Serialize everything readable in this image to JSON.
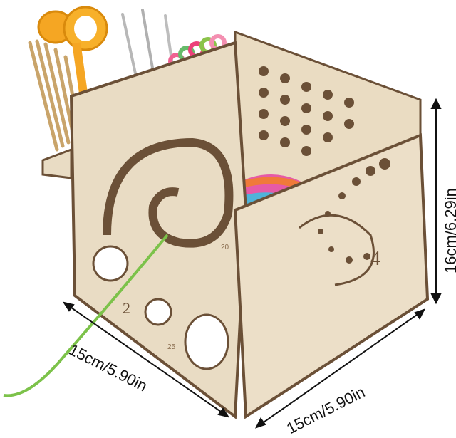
{
  "product": {
    "name_visible": "",
    "wood_color": "#e9dcc4",
    "edge_color": "#6b5037",
    "yarn_colors": [
      "#4fb3d9",
      "#e65aa7",
      "#f2c035",
      "#7cc04a",
      "#f07a3a"
    ],
    "thread_color": "#7cc24a"
  },
  "panel_numbers": {
    "left_panel": "2",
    "right_panel": "4",
    "ruler_mark_a": "20",
    "ruler_mark_b": "25"
  },
  "dimensions": {
    "width_left": "15cm/5.90in",
    "width_right": "15cm/5.90in",
    "height": "16cm/6.29in"
  }
}
